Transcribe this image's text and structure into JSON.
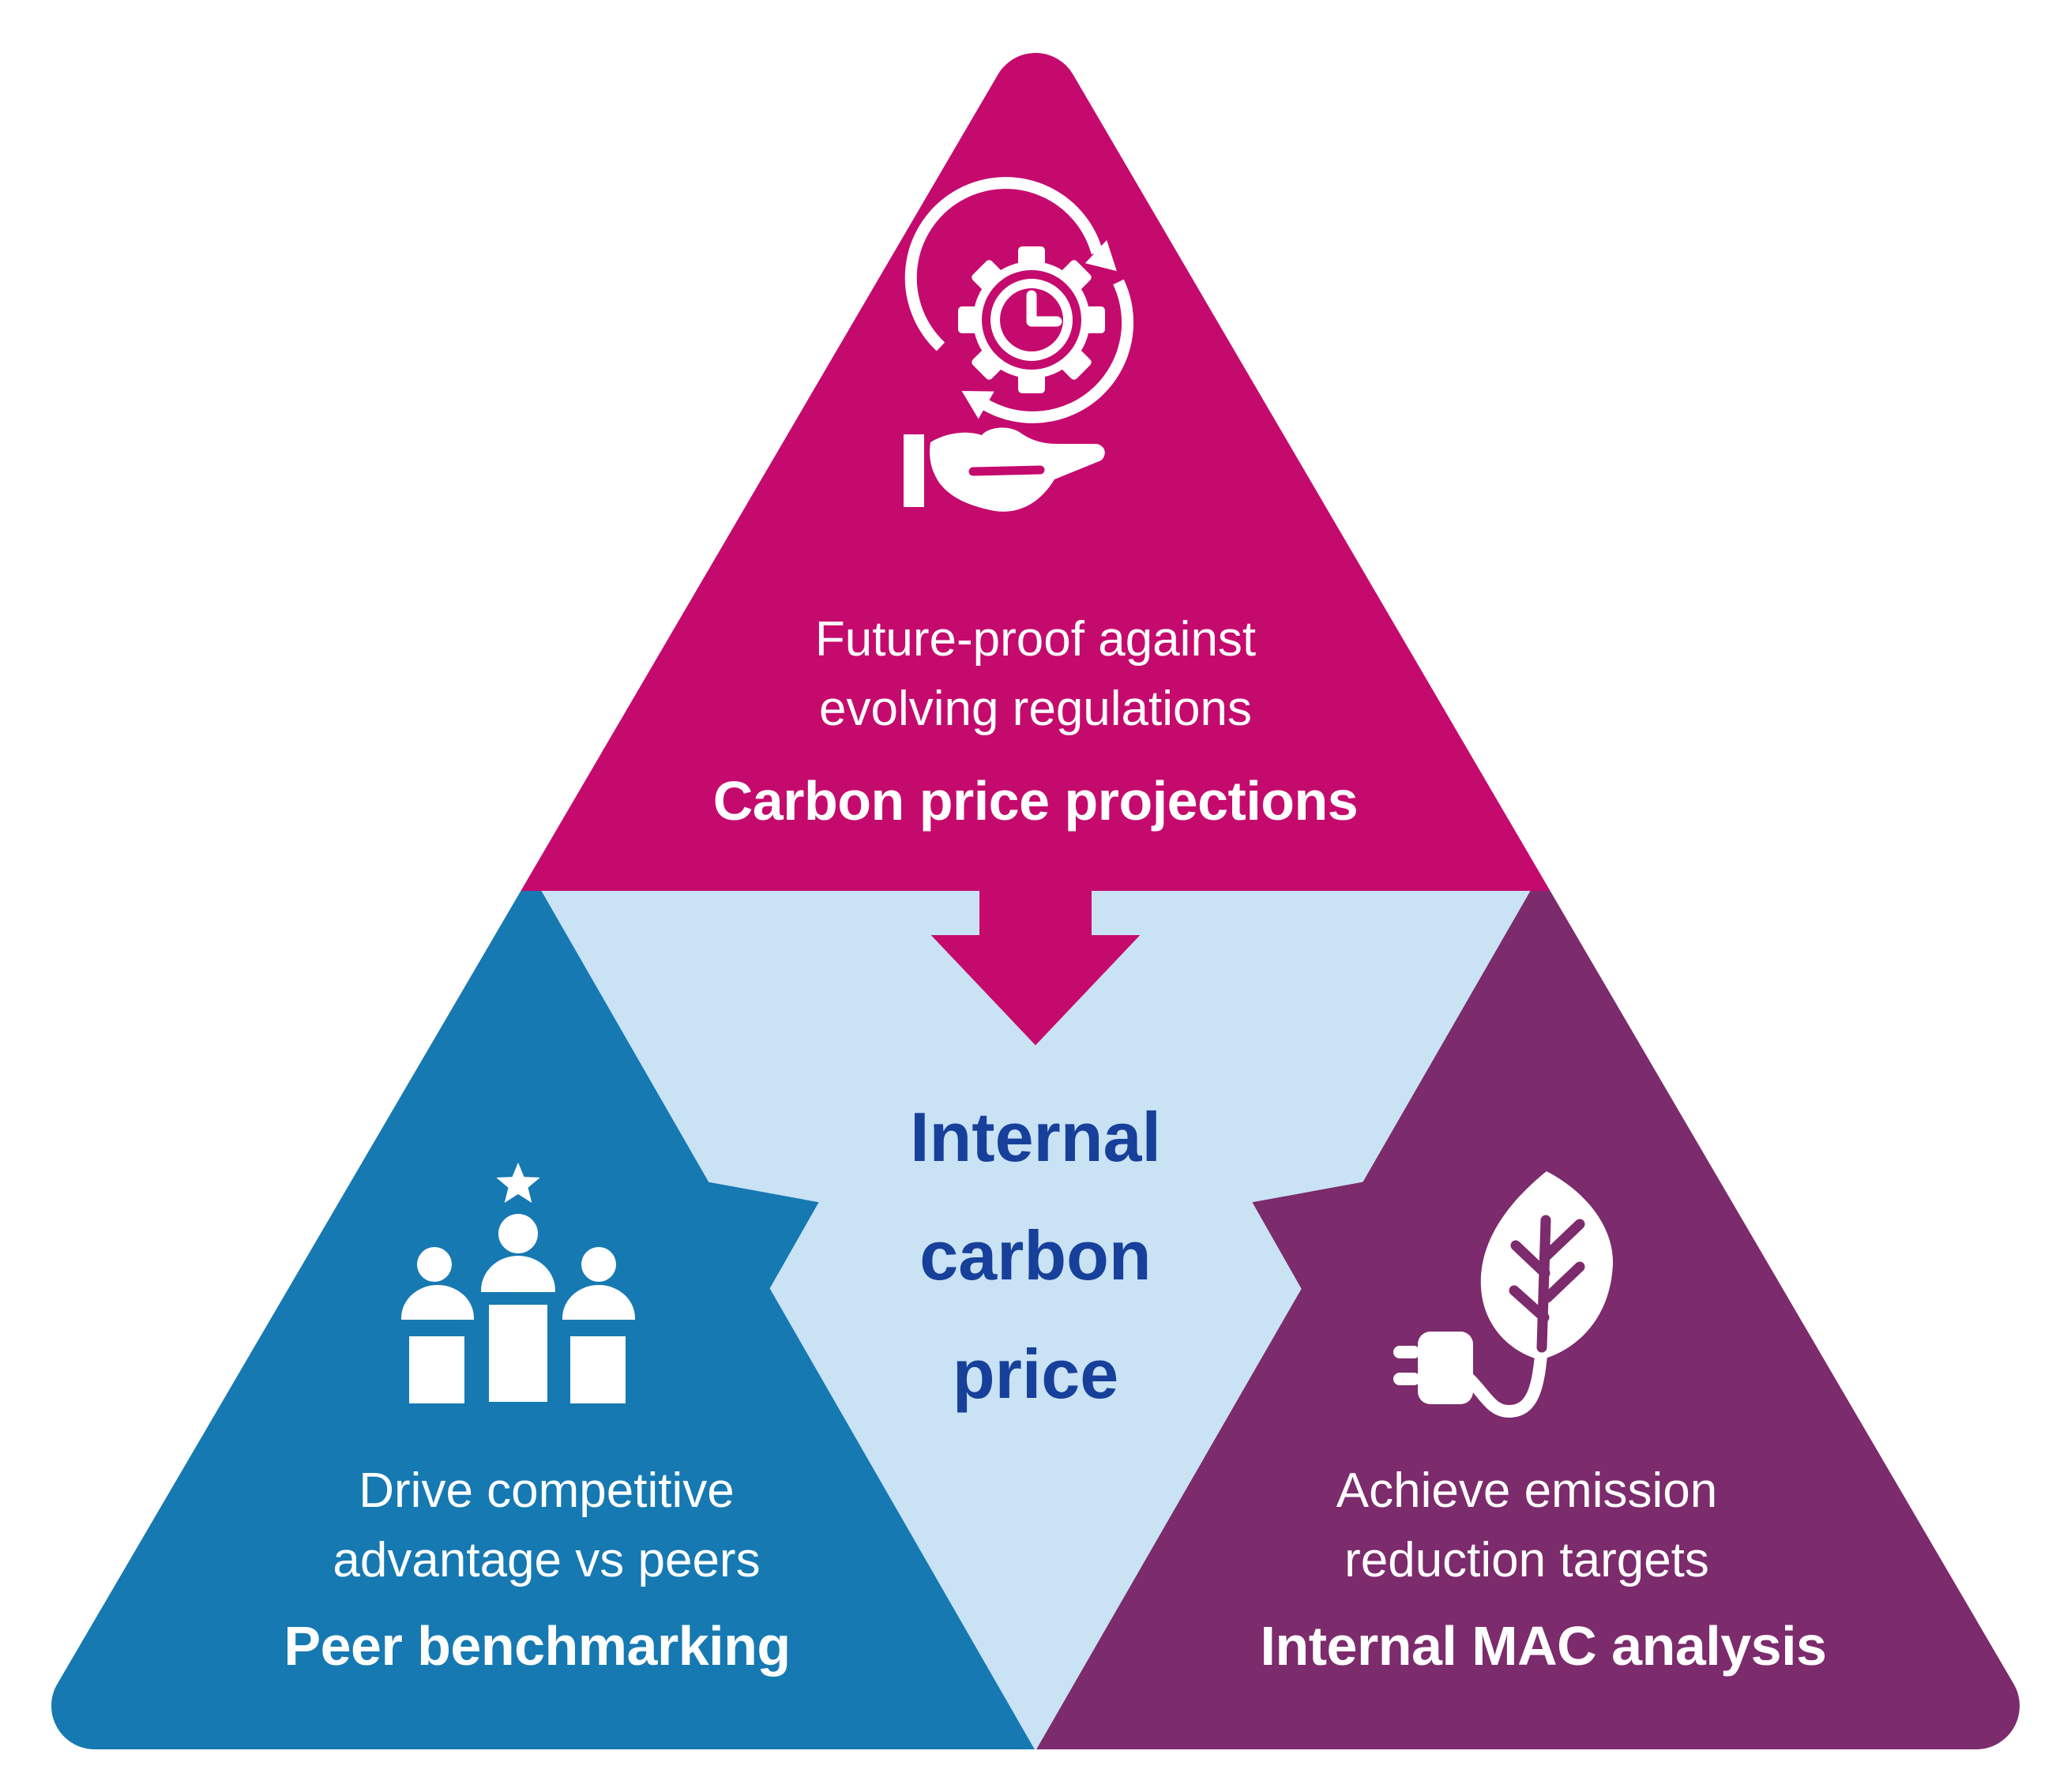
{
  "colors": {
    "magenta": "#C50A6E",
    "blue": "#1679B2",
    "purple": "#7C2B6C",
    "light_blue": "#C9E2F4",
    "navy": "#17409B",
    "white": "#FFFFFF"
  },
  "center": {
    "label": "Internal\ncarbon\nprice"
  },
  "sections": {
    "top": {
      "icon": "time-cycle-gear-hand-icon",
      "description": "Future-proof against\nevolving regulations",
      "heading": "Carbon price projections"
    },
    "left": {
      "icon": "podium-people-star-icon",
      "description": "Drive competitive\nadvantage vs peers",
      "heading": "Peer benchmarking"
    },
    "right": {
      "icon": "leaf-plug-icon",
      "description": "Achieve emission\nreduction targets",
      "heading": "Internal MAC analysis"
    }
  }
}
